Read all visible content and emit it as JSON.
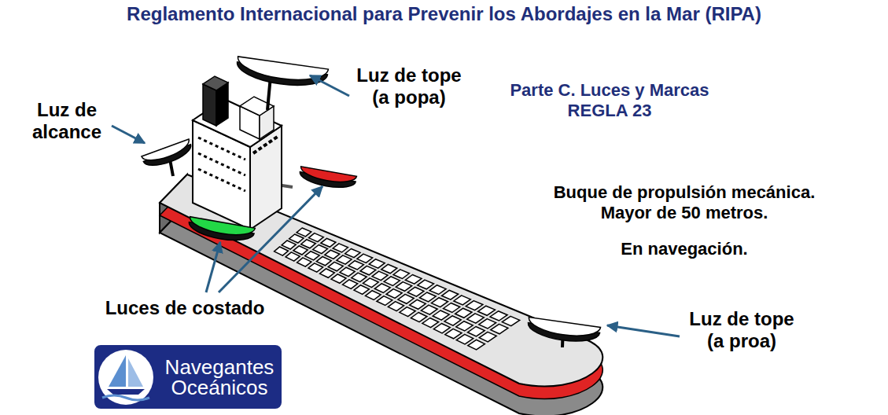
{
  "diagram": {
    "title": "Reglamento Internacional para Prevenir los Abordajes en la Mar (RIPA)",
    "nodes": [
      {
        "text": [
          "Navegantes Oceánicos"
        ]
      }
    ],
    "labels": [
      "Luz de alcance",
      "Luz de tope (a popa)",
      "Parte C. Luces y Marcas REGLA 23",
      "Buque de propulsión mecánica. Mayor de 50 metros.",
      "En navegación.",
      "Luces de costado",
      "Luz de tope (a proa)"
    ]
  }
}
